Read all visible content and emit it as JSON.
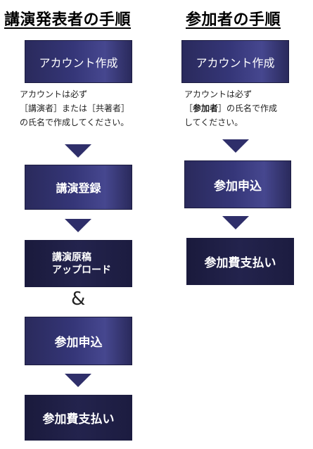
{
  "left": {
    "heading": "講演発表者の手順",
    "create_account": "アカウント作成",
    "note_line1": "アカウントは必ず",
    "note_line2": "［講演者］または［共著者］",
    "note_line3": "の氏名で作成してください。",
    "register_talk": "講演登録",
    "upload_line1": "講演原稿",
    "upload_line2": "アップロード",
    "ampersand": "&",
    "apply": "参加申込",
    "pay": "参加費支払い"
  },
  "right": {
    "heading": "参加者の手順",
    "create_account": "アカウント作成",
    "note_line1": "アカウントは必ず",
    "note_bracket_open": "［",
    "note_participant": "参加者",
    "note_line2_rest": "］の氏名で作成",
    "note_line3": "してください。",
    "apply": "参加申込",
    "pay": "参加費支払い"
  },
  "colors": {
    "box_dark": "#1a1a3c",
    "box_mid": "#353678",
    "arrow": "#2f2f6a"
  }
}
